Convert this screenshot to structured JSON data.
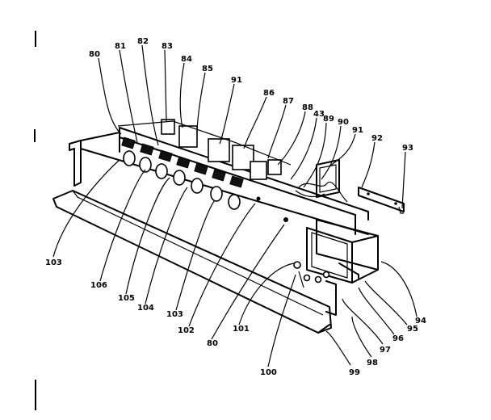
{
  "callouts": [
    {
      "id": "c80a",
      "text": "80"
    },
    {
      "id": "c81",
      "text": "81"
    },
    {
      "id": "c82",
      "text": "82"
    },
    {
      "id": "c83",
      "text": "83"
    },
    {
      "id": "c84",
      "text": "84"
    },
    {
      "id": "c85",
      "text": "85"
    },
    {
      "id": "c91a",
      "text": "91"
    },
    {
      "id": "c86",
      "text": "86"
    },
    {
      "id": "c87",
      "text": "87"
    },
    {
      "id": "c88",
      "text": "88"
    },
    {
      "id": "c43",
      "text": "43"
    },
    {
      "id": "c89",
      "text": "89"
    },
    {
      "id": "c90",
      "text": "90"
    },
    {
      "id": "c91b",
      "text": "91"
    },
    {
      "id": "c92",
      "text": "92"
    },
    {
      "id": "c93",
      "text": "93"
    },
    {
      "id": "c103a",
      "text": "103"
    },
    {
      "id": "c106",
      "text": "106"
    },
    {
      "id": "c105",
      "text": "105"
    },
    {
      "id": "c104",
      "text": "104"
    },
    {
      "id": "c103b",
      "text": "103"
    },
    {
      "id": "c102",
      "text": "102"
    },
    {
      "id": "c80b",
      "text": "80"
    },
    {
      "id": "c101",
      "text": "101"
    },
    {
      "id": "c100",
      "text": "100"
    },
    {
      "id": "c99",
      "text": "99"
    },
    {
      "id": "c98",
      "text": "98"
    },
    {
      "id": "c97",
      "text": "97"
    },
    {
      "id": "c96",
      "text": "96"
    },
    {
      "id": "c95",
      "text": "95"
    },
    {
      "id": "c94",
      "text": "94"
    }
  ]
}
